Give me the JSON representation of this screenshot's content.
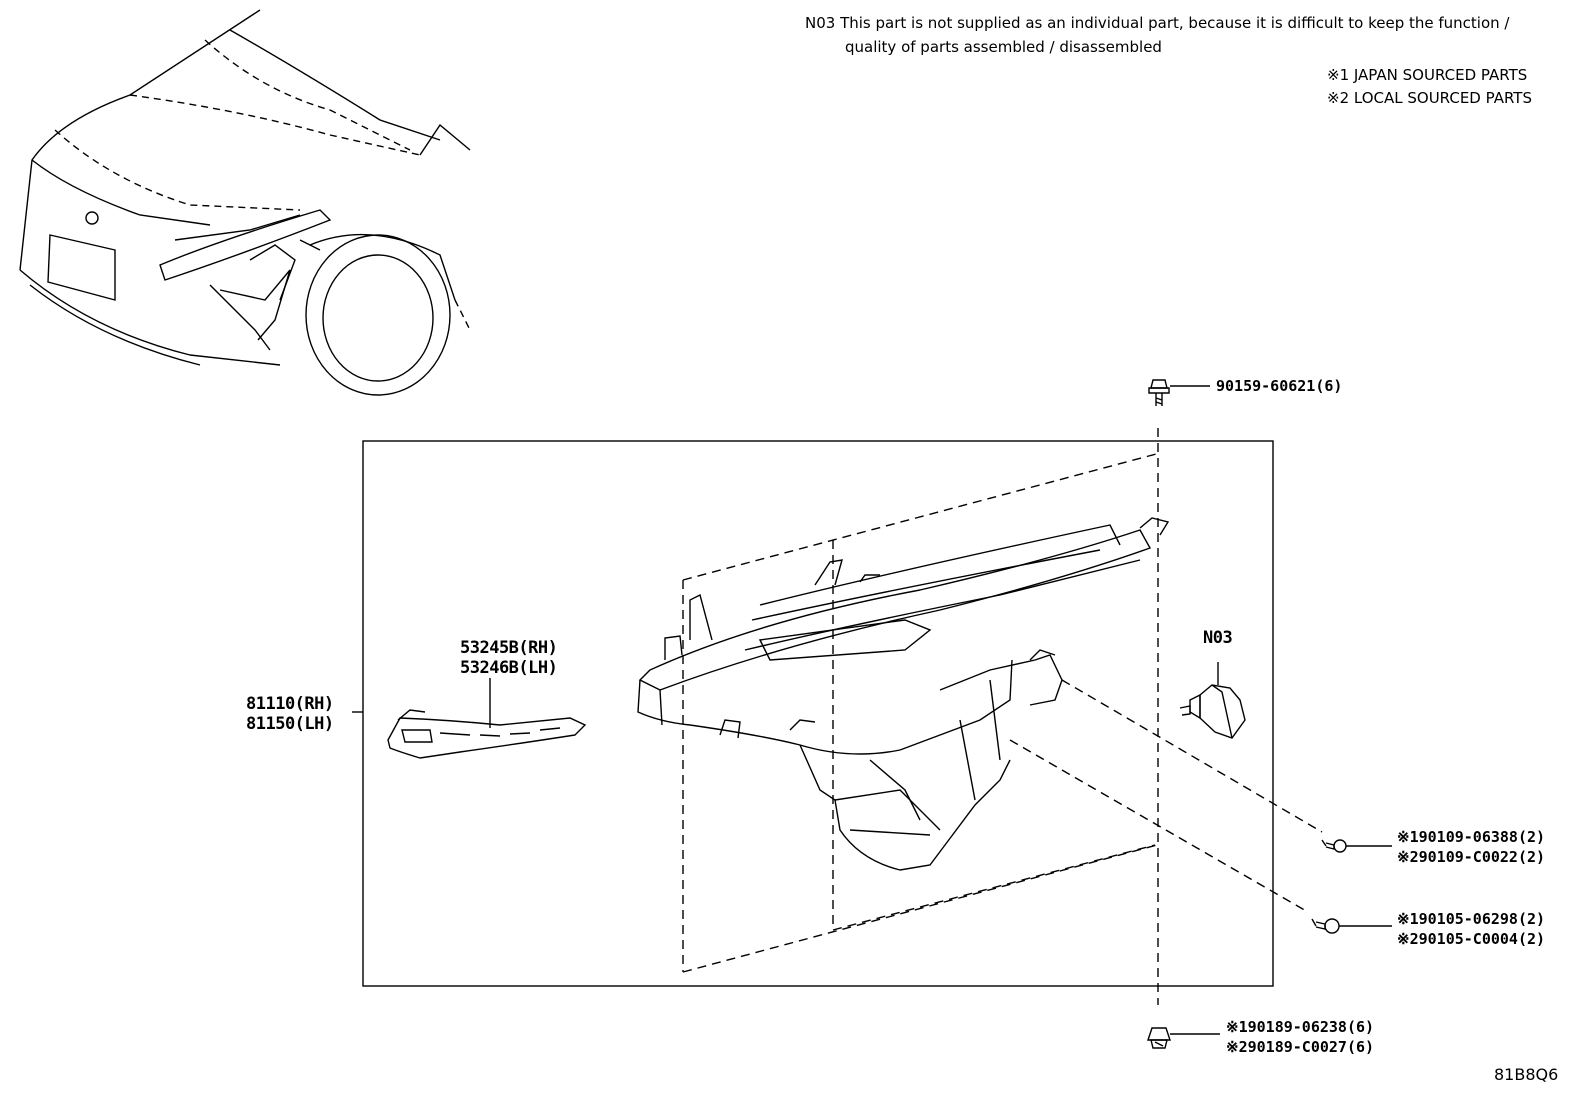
{
  "notes": {
    "n03_line1": "N03 This part is not supplied as an individual part, because it is difficult to keep the function /",
    "n03_line2": "quality of parts assembled / disassembled",
    "src1": "※1 JAPAN SOURCED PARTS",
    "src2": "※2 LOCAL SOURCED PARTS"
  },
  "parts": {
    "headlamp_rh": "81110(RH)",
    "headlamp_lh": "81150(LH)",
    "bracket_rh": "53245B(RH)",
    "bracket_lh": "53246B(LH)",
    "n03_label": "N03",
    "bolt_top": "90159-60621(6)",
    "screw_a1": "※190109-06388(2)",
    "screw_a2": "※290109-C0022(2)",
    "screw_b1": "※190105-06298(2)",
    "screw_b2": "※290105-C0004(2)",
    "clip_1": "※190189-06238(6)",
    "clip_2": "※290189-C0027(6)"
  },
  "diagram_id": "81B8Q6"
}
